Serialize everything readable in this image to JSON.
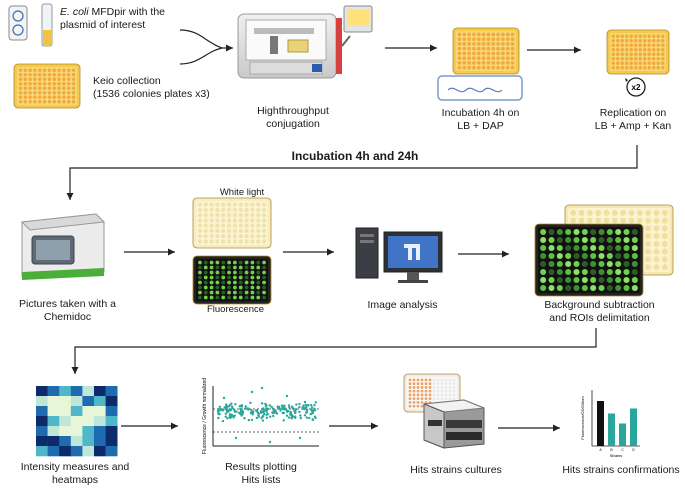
{
  "inputs": {
    "ecoli_line1_italic": "E. coli",
    "ecoli_line1_rest": " MFDpir with the",
    "ecoli_line2": "plasmid of interest",
    "keio_line1": "Keio collection",
    "keio_line2": "(1536 colonies plates x3)"
  },
  "steps": {
    "conjugation_line1": "Highthroughput",
    "conjugation_line2": "conjugation",
    "incubation_line1": "Incubation 4h on",
    "incubation_line2": "LB + DAP",
    "replication_line1": "Replication on",
    "replication_line2": "LB + Amp + Kan",
    "replication_badge": "x2",
    "incubation_banner": "Incubation 4h and 24h",
    "chemidoc_line1": "Pictures taken with a",
    "chemidoc_line2": "Chemidoc",
    "white_light": "White light",
    "fluorescence": "Fluorescence",
    "image_analysis": "Image analysis",
    "background_line1": "Background subtraction",
    "background_line2": "and ROIs delimitation",
    "heatmap_line1": "Intensity measures and",
    "heatmap_line2": "heatmaps",
    "results_line1": "Results plotting",
    "results_line2": "Hits lists",
    "cultures": "Hits strains cultures",
    "confirmations": "Hits strains confirmations"
  },
  "mini_plots": {
    "scatter_ylabel": "Fluorescence / Growth normalized",
    "bar_ylabel": "Fluorescence/OD600nm",
    "bar_xlabel": "Strains",
    "bar_categories": [
      "A",
      "B",
      "C",
      "D"
    ]
  },
  "colors": {
    "plate_yellow": "#f5c94a",
    "plate_well": "#f2a93b",
    "fluor_green": "#6fd34a",
    "teal": "#2aa79b",
    "arrow": "#222222"
  }
}
